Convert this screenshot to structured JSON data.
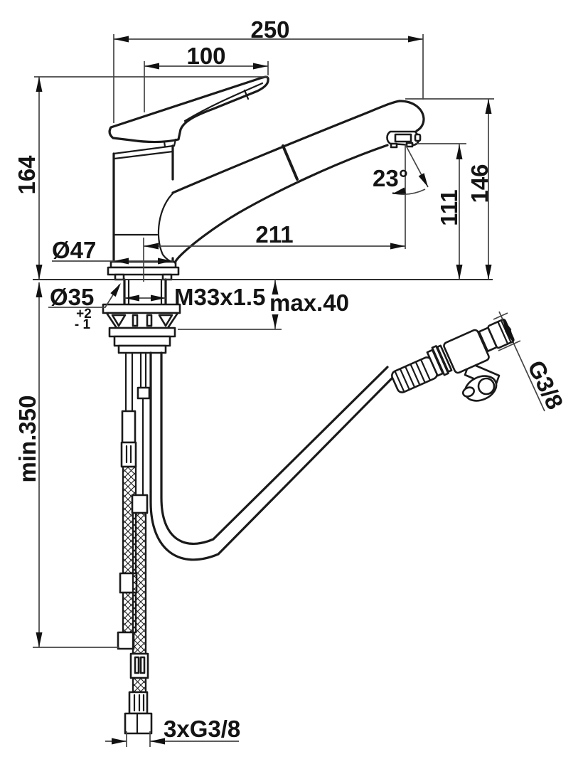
{
  "drawing": {
    "type": "technical_drawing",
    "subject": "single-lever kitchen faucet with pull-out spray, dimensioned installation drawing",
    "colors": {
      "background": "#ffffff",
      "artwork_line": "#1a1a1a",
      "dimension_line": "#454545",
      "text": "#141414"
    },
    "dimensions": {
      "overall_width": "250",
      "lever_length": "100",
      "body_height": "164",
      "spout_height": "146",
      "outlet_height": "111",
      "spray_angle": "23°",
      "spout_reach": "211",
      "body_diameter": "Ø47",
      "mounting_hole_diameter": "Ø35",
      "mounting_hole_tolerance_plus": "+2",
      "mounting_hole_tolerance_minus": "- 1",
      "shank_thread": "M33x1.5",
      "max_deck_thickness": "max.40",
      "min_hose_length": "min.350",
      "spray_hose_connection": "G3/8",
      "supply_connections": "3xG3/8"
    }
  }
}
